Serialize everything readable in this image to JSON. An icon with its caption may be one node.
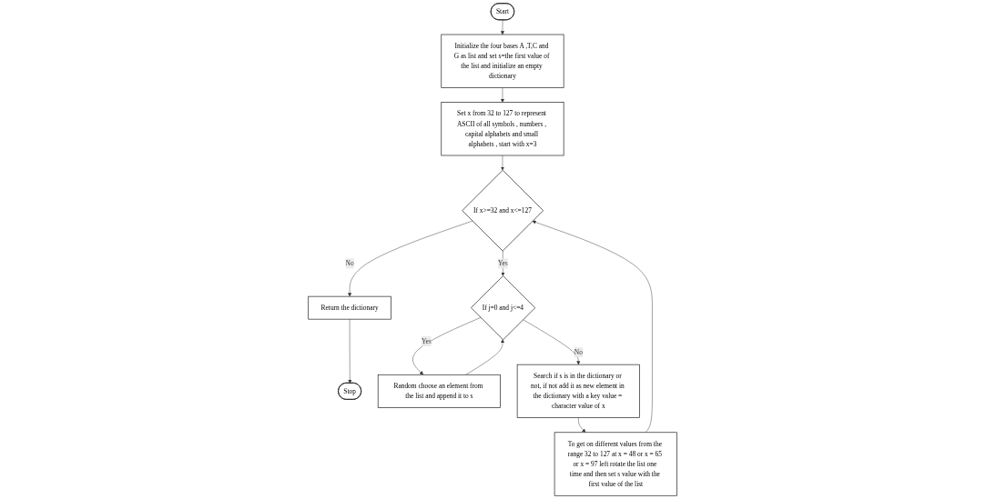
{
  "diagram": {
    "nodes": [
      {
        "text": [
          "Start"
        ]
      },
      {
        "text": [
          "Initialize the four bases A ,T,C and G as list and set s=the first value of the list and initialize an empty dictionary"
        ]
      },
      {
        "text": [
          "Set x from 32 to 127 to represent ASCII of all symbols , numbers , capital alphabets and small alphabets , start with x=3"
        ]
      },
      {
        "text": [
          "If x>=32 and x<=127"
        ]
      },
      {
        "text": [
          "Return the dictionary"
        ]
      },
      {
        "text": [
          "Stop"
        ]
      },
      {
        "text": [
          "Random choose an element from the list and append it to s"
        ]
      },
      {
        "text": [
          "If j=0 and j<=4"
        ]
      },
      {
        "text": [
          "Search if s is in the dictionary or not, if not add it as new element in the dictionary with a key value = character value of x"
        ]
      },
      {
        "text": [
          "To get on different values from the range 32 to 127 at x = 48 or x = 65 or x = 97 left rotate the list one time and then set s value with the first value of the list"
        ]
      }
    ],
    "edges": [
      {
        "from": 0,
        "to": 1,
        "arrow": "to"
      },
      {
        "from": 1,
        "to": 2,
        "arrow": "to"
      },
      {
        "from": 2,
        "to": 3,
        "arrow": "to"
      },
      {
        "from": 3,
        "to": 7,
        "label": "Yes",
        "arrow": "to"
      },
      {
        "from": 3,
        "to": 4,
        "label": "No",
        "arrow": "to"
      },
      {
        "from": 4,
        "to": 5,
        "arrow": "to"
      },
      {
        "from": 7,
        "to": 6,
        "label": "Yes",
        "arrow": "to"
      },
      {
        "from": 6,
        "to": 7,
        "arrow": "to"
      },
      {
        "from": 7,
        "to": 8,
        "label": "No",
        "arrow": "to"
      },
      {
        "from": 8,
        "to": 9,
        "arrow": "to"
      },
      {
        "from": 9,
        "to": 3,
        "arrow": "to"
      }
    ]
  }
}
